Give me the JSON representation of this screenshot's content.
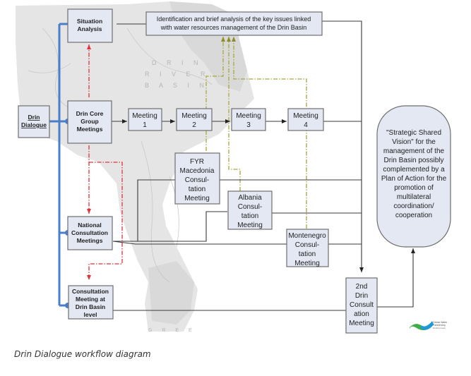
{
  "diagram": {
    "title": "Drin Dialogue workflow diagram",
    "map_labels": {
      "river_basin": [
        "D R I N",
        "R I V E R",
        "B A S I N"
      ],
      "bottom": "G R E E"
    },
    "nodes": {
      "drin_dialogue": [
        "Drin",
        "Dialogue"
      ],
      "situation_analysis": [
        "Situation",
        "Analysis"
      ],
      "identification": [
        "Identification and brief analysis of the key issues linked",
        "with water resources management of the Drin Basin"
      ],
      "core_group": [
        "Drin Core",
        "Group",
        "Meetings"
      ],
      "meeting1": [
        "Meeting",
        "1"
      ],
      "meeting2": [
        "Meeting",
        "2"
      ],
      "meeting3": [
        "Meeting",
        "3"
      ],
      "meeting4": [
        "Meeting",
        "4"
      ],
      "fyr_macedonia": [
        "FYR",
        "Macedonia",
        "Consul-",
        "tation",
        "Meeting"
      ],
      "albania": [
        "Albania",
        "Consul-",
        "tation",
        "Meeting"
      ],
      "montenegro": [
        "Montenegro",
        "Consul-",
        "tation",
        "Meeting"
      ],
      "national": [
        "National",
        "Consultation",
        "Meetings"
      ],
      "basin_level": [
        "Consultation",
        "Meeting at",
        "Drin Basin",
        "level"
      ],
      "second_drin": [
        "2nd",
        "Drin",
        "Consult",
        "ation",
        "Meeting"
      ],
      "vision": [
        "\"Strategic Shared",
        "Vision\" for the",
        "management of the",
        "Drin Basin possibly",
        "complemented by a",
        "Plan of Action for the",
        "promotion of",
        "multilateral",
        "coordination/",
        "cooperation"
      ]
    },
    "logo": {
      "name": "Global Water Partnership",
      "lines": [
        "Global Water",
        "Partnership",
        "Mediterranean"
      ],
      "colors": {
        "green": "#3fae49",
        "blue": "#1e9ad6"
      }
    },
    "colors": {
      "node_fill": "#e3e8f3",
      "node_stroke": "#6f6f6f",
      "connector_blue": "#4a7ec9",
      "dash_red": "#e0343a",
      "dash_olive": "#a9a83a"
    }
  }
}
